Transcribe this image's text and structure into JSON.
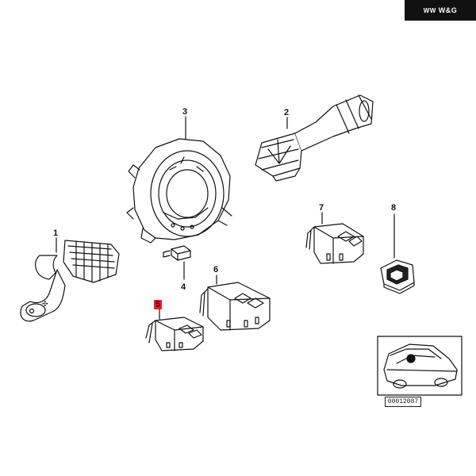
{
  "brand": {
    "text": "W&G",
    "mark": "WW",
    "bg": "#111111"
  },
  "callouts": [
    {
      "id": "1",
      "label": "1"
    },
    {
      "id": "2",
      "label": "2"
    },
    {
      "id": "3",
      "label": "3"
    },
    {
      "id": "4",
      "label": "4"
    },
    {
      "id": "5",
      "label": "5",
      "highlight": "#e2242b"
    },
    {
      "id": "6",
      "label": "6"
    },
    {
      "id": "7",
      "label": "7"
    },
    {
      "id": "8",
      "label": "8"
    }
  ],
  "reference_number": "00012087",
  "icons": [
    "wiper-stalk-icon",
    "turn-signal-stalk-icon",
    "steering-angle-ring-icon",
    "screw-icon",
    "switch-block-icon",
    "push-button-switch-icon",
    "car-location-icon"
  ]
}
